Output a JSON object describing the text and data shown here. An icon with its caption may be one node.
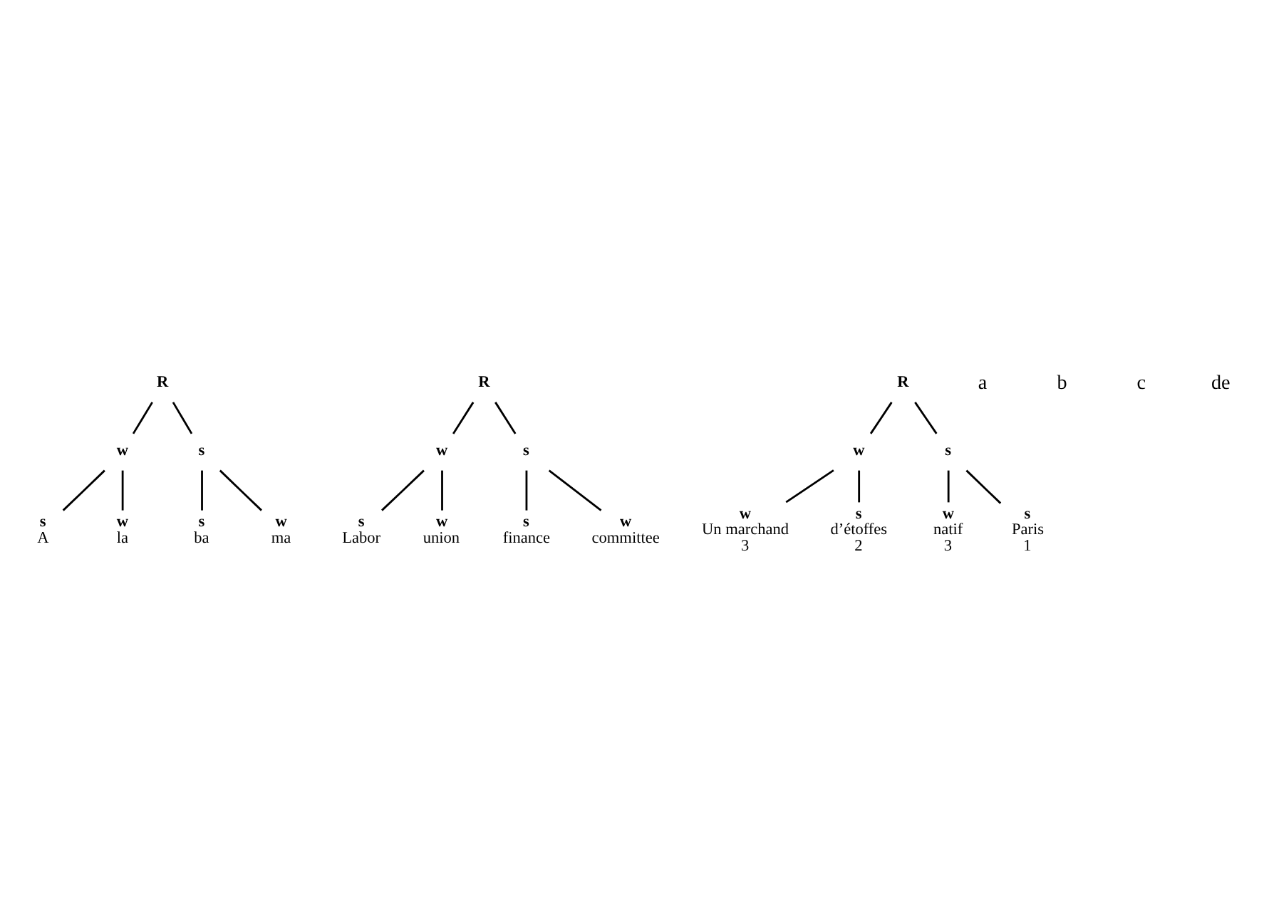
{
  "diagram": {
    "nodes": [
      {
        "text": [
          "R"
        ]
      },
      {
        "text": [
          "w"
        ]
      },
      {
        "text": [
          "s"
        ]
      },
      {
        "text": [
          "s",
          "A"
        ]
      },
      {
        "text": [
          "w",
          "la"
        ]
      },
      {
        "text": [
          "s",
          "ba"
        ]
      },
      {
        "text": [
          "w",
          "ma"
        ]
      },
      {
        "text": [
          "R"
        ]
      },
      {
        "text": [
          "w"
        ]
      },
      {
        "text": [
          "s"
        ]
      },
      {
        "text": [
          "s",
          "Labor"
        ]
      },
      {
        "text": [
          "w",
          "union"
        ]
      },
      {
        "text": [
          "s",
          "finance"
        ]
      },
      {
        "text": [
          "w",
          "committee"
        ]
      },
      {
        "text": [
          "R"
        ]
      },
      {
        "text": [
          "w"
        ]
      },
      {
        "text": [
          "s"
        ]
      },
      {
        "text": [
          "w",
          "Un marchand",
          "3"
        ]
      },
      {
        "text": [
          "s",
          "d’étoffes",
          "2"
        ]
      },
      {
        "text": [
          "w",
          "natif",
          "3"
        ]
      },
      {
        "text": [
          "s",
          "Paris",
          "1"
        ]
      }
    ],
    "edges": [
      {
        "from": 0,
        "to": 1,
        "arrow": "none"
      },
      {
        "from": 0,
        "to": 2,
        "arrow": "none"
      },
      {
        "from": 1,
        "to": 3,
        "arrow": "none"
      },
      {
        "from": 1,
        "to": 4,
        "arrow": "none"
      },
      {
        "from": 2,
        "to": 5,
        "arrow": "none"
      },
      {
        "from": 2,
        "to": 6,
        "arrow": "none"
      },
      {
        "from": 7,
        "to": 8,
        "arrow": "none"
      },
      {
        "from": 7,
        "to": 9,
        "arrow": "none"
      },
      {
        "from": 8,
        "to": 10,
        "arrow": "none"
      },
      {
        "from": 8,
        "to": 11,
        "arrow": "none"
      },
      {
        "from": 9,
        "to": 12,
        "arrow": "none"
      },
      {
        "from": 9,
        "to": 13,
        "arrow": "none"
      },
      {
        "from": 14,
        "to": 15,
        "arrow": "none"
      },
      {
        "from": 14,
        "to": 16,
        "arrow": "none"
      },
      {
        "from": 15,
        "to": 17,
        "arrow": "none"
      },
      {
        "from": 15,
        "to": 18,
        "arrow": "none"
      },
      {
        "from": 16,
        "to": 19,
        "arrow": "none"
      },
      {
        "from": 16,
        "to": 20,
        "arrow": "none"
      }
    ],
    "labels": [
      "a",
      "b",
      "c",
      "de"
    ]
  }
}
